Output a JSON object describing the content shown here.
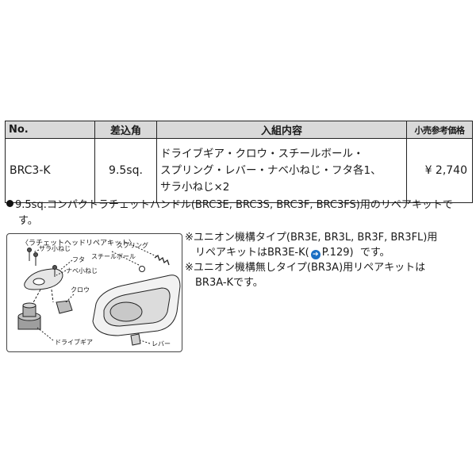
{
  "table": {
    "headers": {
      "no": "No.",
      "drive": "差込角",
      "contents": "入組内容",
      "price": "小売参考価格"
    },
    "row": {
      "no": "BRC3-K",
      "drive": "9.5sq.",
      "contents_lines": [
        "ドライブギア・クロウ・スチールボール・",
        "スプリング・レバー・ナベ小ねじ・フタ各1、",
        "サラ小ねじ×2"
      ],
      "price": "¥ 2,740"
    }
  },
  "bullet_note": {
    "line1": "9.5sq.コンパクトラチェットハンドル(BRC3E, BRC3S, BRC3F, BRC3FS)用のリペアキットで",
    "line2": "す。"
  },
  "diagram": {
    "title": "〈ラチェットヘッドリペアキット〉",
    "labels": {
      "countersunk_screw": "サラ小ねじ",
      "cover": "フタ",
      "pan_screw": "ナベ小ねじ",
      "spring": "スプリング",
      "steel_ball": "スチールボール",
      "pawl": "クロウ",
      "drive_gear": "ドライブギア",
      "lever": "レバー"
    }
  },
  "side_notes": {
    "note1_line1": "※ユニオン機構タイプ(BR3E, BR3L, BR3F, BR3FL)用",
    "note1_line2_pre": "リペアキットはBR3E-K(",
    "note1_ref_icon": "arrow-right-circle-icon",
    "note1_ref": "P.129)",
    "note1_line2_post": "です。",
    "note2_line1": "※ユニオン機構無しタイプ(BR3A)用リペアキットは",
    "note2_line2": "BR3A-Kです。"
  },
  "colors": {
    "header_bg": "#d9d9d9",
    "ref_icon": "#1a6fc4"
  }
}
